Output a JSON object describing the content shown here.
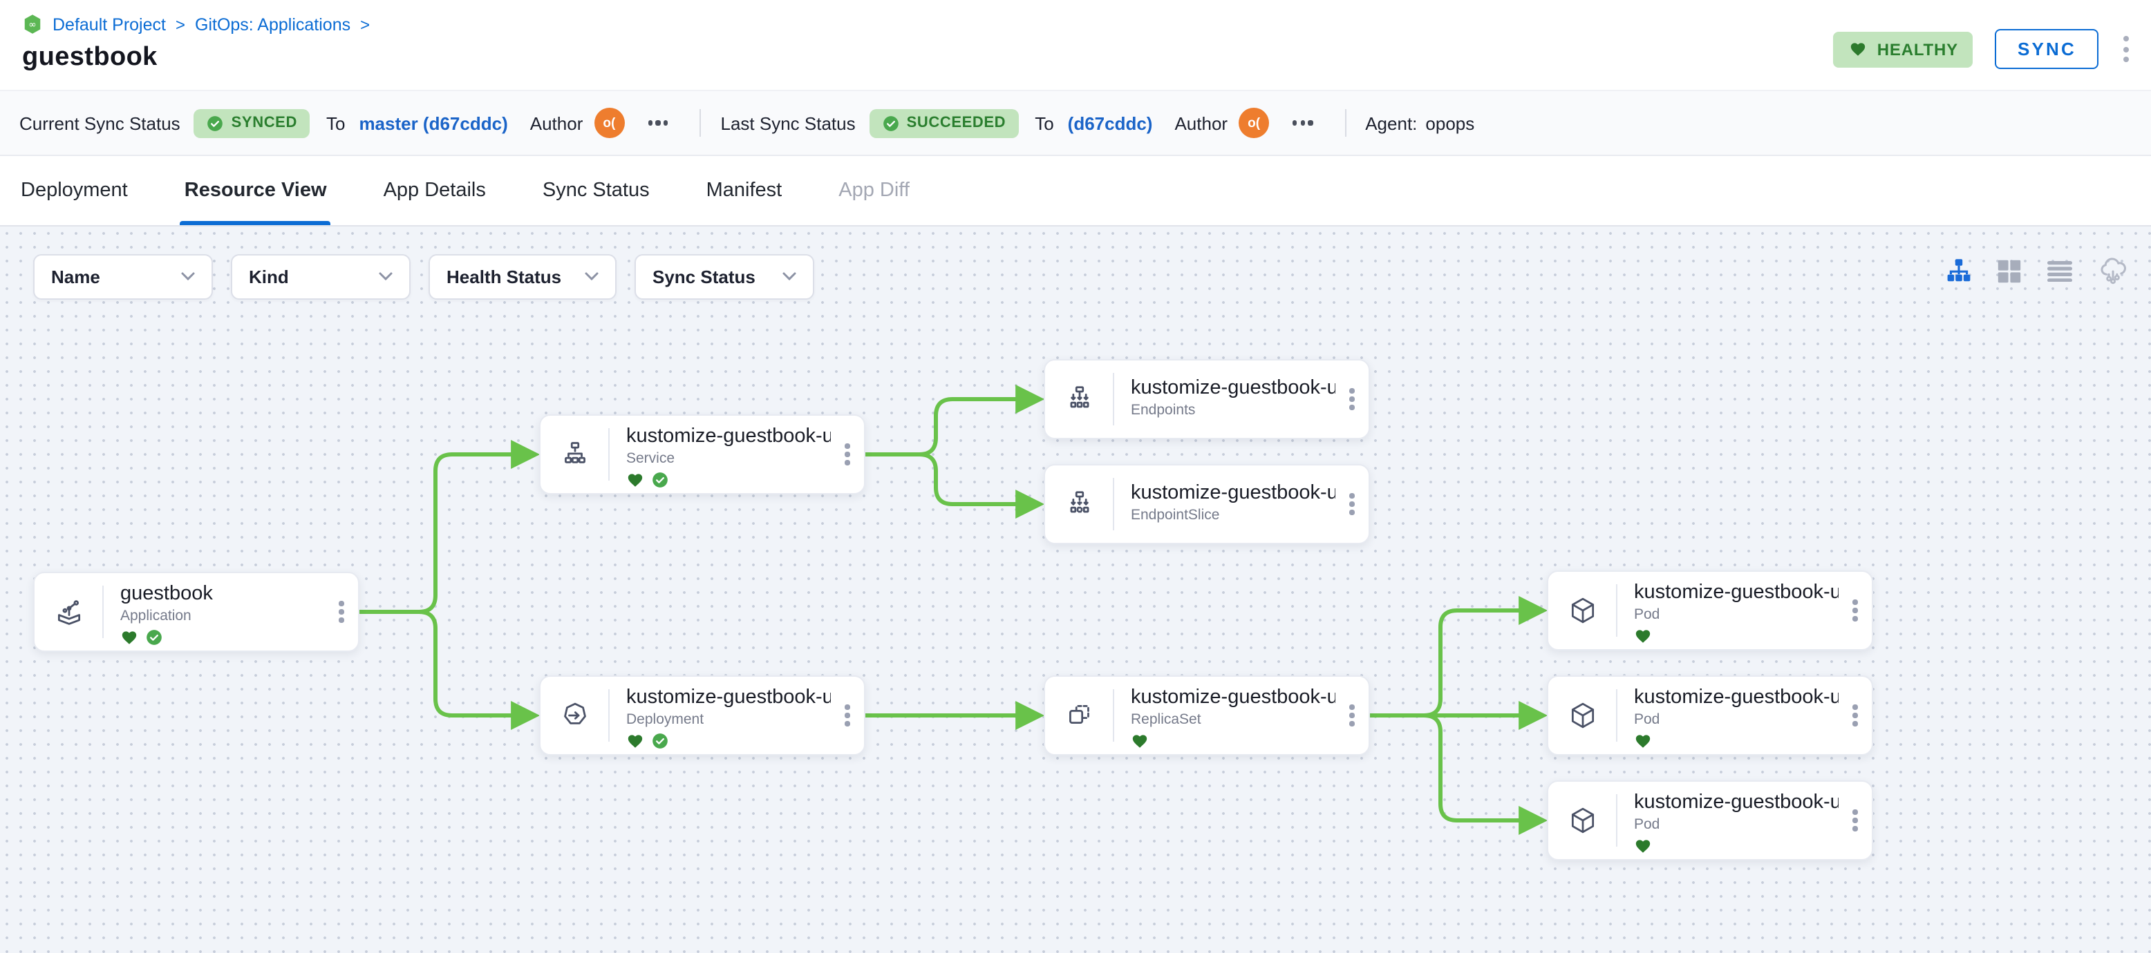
{
  "colors": {
    "accent_blue": "#0b6cd4",
    "link_blue": "#1b64c8",
    "badge_bg_green": "#c2e4bd",
    "badge_text_green": "#2a7e2e",
    "healthy_heart_green": "#2c7a2c",
    "synced_check_green": "#49a84d",
    "connector_green": "#69c24a",
    "avatar_orange": "#ee7d2e",
    "canvas_bg": "#f1f4f9"
  },
  "header": {
    "breadcrumb": {
      "project": "Default Project",
      "section": "GitOps: Applications",
      "separator": ">"
    },
    "title": "guestbook",
    "health_badge": "HEALTHY",
    "sync_button": "SYNC"
  },
  "status_bar": {
    "current": {
      "label": "Current Sync Status",
      "badge": "SYNCED",
      "to_label": "To",
      "revision": "master (d67cddc)",
      "author_label": "Author",
      "avatar_initials": "o("
    },
    "last": {
      "label": "Last Sync Status",
      "badge": "SUCCEEDED",
      "to_label": "To",
      "revision": "(d67cddc)",
      "author_label": "Author",
      "avatar_initials": "o("
    },
    "agent_label": "Agent:",
    "agent_value": "opops"
  },
  "tabs": [
    {
      "label": "Deployment"
    },
    {
      "label": "Resource View",
      "active": true
    },
    {
      "label": "App Details"
    },
    {
      "label": "Sync Status"
    },
    {
      "label": "Manifest"
    },
    {
      "label": "App Diff",
      "disabled": true
    }
  ],
  "filters": [
    {
      "label": "Name"
    },
    {
      "label": "Kind"
    },
    {
      "label": "Health Status"
    },
    {
      "label": "Sync Status"
    }
  ],
  "view_toggles": [
    {
      "icon": "tree-view-icon",
      "active": true
    },
    {
      "icon": "grid-view-icon",
      "active": false
    },
    {
      "icon": "list-view-icon",
      "active": false
    },
    {
      "icon": "cluster-view-icon",
      "active": false
    }
  ],
  "graph": {
    "nodes": [
      {
        "title": "guestbook",
        "kind": "Application",
        "healthy": true,
        "synced": true
      },
      {
        "title": "kustomize-guestbook-ui",
        "kind": "Service",
        "healthy": true,
        "synced": true
      },
      {
        "title": "kustomize-guestbook-ui",
        "kind": "Endpoints",
        "healthy": false,
        "synced": false
      },
      {
        "title": "kustomize-guestbook-ui-...",
        "kind": "EndpointSlice",
        "healthy": false,
        "synced": false
      },
      {
        "title": "kustomize-guestbook-ui",
        "kind": "Deployment",
        "healthy": true,
        "synced": true
      },
      {
        "title": "kustomize-guestbook-ui-...",
        "kind": "ReplicaSet",
        "healthy": true,
        "synced": false
      },
      {
        "title": "kustomize-guestbook-ui-...",
        "kind": "Pod",
        "healthy": true,
        "synced": false
      },
      {
        "title": "kustomize-guestbook-ui-...",
        "kind": "Pod",
        "healthy": true,
        "synced": false
      },
      {
        "title": "kustomize-guestbook-ui-...",
        "kind": "Pod",
        "healthy": true,
        "synced": false
      }
    ],
    "edges": [
      {
        "from": "Application guestbook",
        "to": "Service kustomize-guestbook-ui"
      },
      {
        "from": "Application guestbook",
        "to": "Deployment kustomize-guestbook-ui"
      },
      {
        "from": "Service kustomize-guestbook-ui",
        "to": "Endpoints kustomize-guestbook-ui"
      },
      {
        "from": "Service kustomize-guestbook-ui",
        "to": "EndpointSlice kustomize-guestbook-ui-..."
      },
      {
        "from": "Deployment kustomize-guestbook-ui",
        "to": "ReplicaSet kustomize-guestbook-ui-..."
      },
      {
        "from": "ReplicaSet kustomize-guestbook-ui-...",
        "to": "Pod 1"
      },
      {
        "from": "ReplicaSet kustomize-guestbook-ui-...",
        "to": "Pod 2"
      },
      {
        "from": "ReplicaSet kustomize-guestbook-ui-...",
        "to": "Pod 3"
      }
    ]
  }
}
